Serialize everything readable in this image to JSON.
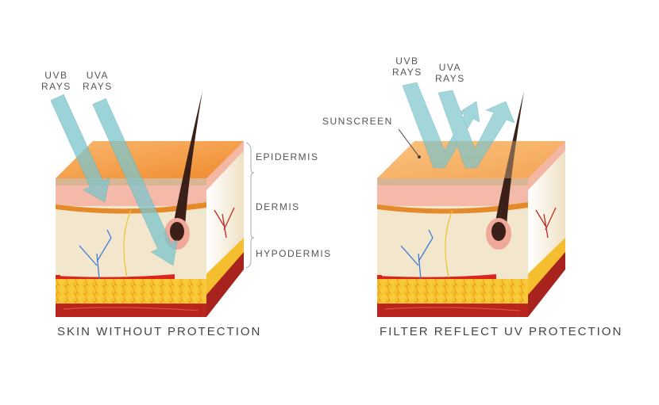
{
  "left": {
    "uvb": [
      "UVB",
      "RAYS"
    ],
    "uva": [
      "UVA",
      "RAYS"
    ],
    "layers": {
      "epidermis": "EPIDERMIS",
      "dermis": "DERMIS",
      "hypodermis": "HYPODERMIS"
    },
    "caption": "SKIN WITHOUT PROTECTION"
  },
  "right": {
    "uvb": [
      "UVB",
      "RAYS"
    ],
    "uva": [
      "UVA",
      "RAYS"
    ],
    "sunscreen": "SUNSCREEN",
    "caption": "FILTER REFLECT UV PROTECTION"
  },
  "colors": {
    "ray": "#7cc5cc",
    "epidermis_top": "#f7a24f",
    "dermis": "#f2e6cc",
    "fat": "#f7c232",
    "muscle": "#b9251e"
  }
}
